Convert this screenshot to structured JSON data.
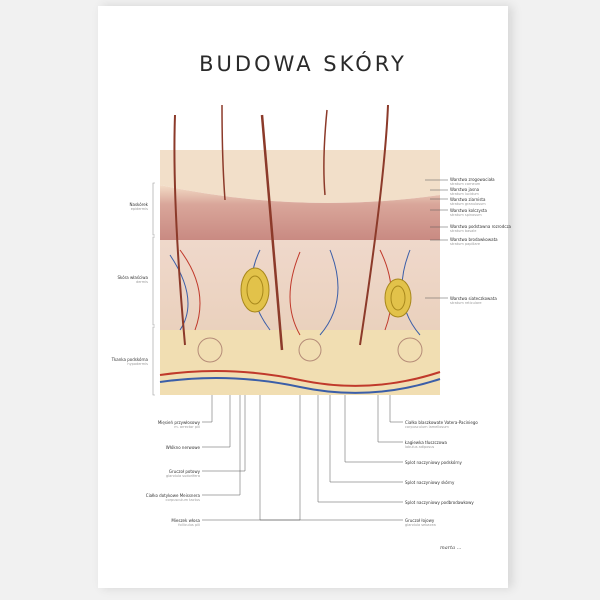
{
  "title": "BUDOWA SKÓRY",
  "layers": [
    {
      "label": "Naskórek",
      "latin": "epidermis"
    },
    {
      "label": "Skóra właściwa",
      "latin": "dermis"
    },
    {
      "label": "Tkanka podskórna",
      "latin": "hypodermis"
    }
  ],
  "right_labels": [
    {
      "label": "Warstwa zrogowaciała",
      "latin": "stratum corneum"
    },
    {
      "label": "Warstwa jasna",
      "latin": "stratum lucidum"
    },
    {
      "label": "Warstwa ziarnista",
      "latin": "stratum granulosum"
    },
    {
      "label": "Warstwa kolczysta",
      "latin": "stratum spinosum"
    },
    {
      "label": "Warstwa podstawna rozrodcza",
      "latin": "stratum basale"
    },
    {
      "label": "Warstwa brodawkowata",
      "latin": "stratum papillare"
    },
    {
      "label": "Warstwa siateczkowata",
      "latin": "stratum reticulare"
    }
  ],
  "bottom_left_labels": [
    {
      "label": "Mięsień przywłosowy",
      "latin": "m. arrector pili"
    },
    {
      "label": "Włókno nerwowe",
      "latin": ""
    },
    {
      "label": "Gruczoł potowy",
      "latin": "glandula sudorifera"
    },
    {
      "label": "Ciałko dotykowe Meissnera",
      "latin": "corpusculum tactus"
    },
    {
      "label": "Mieszek włosa",
      "latin": "folliculus pili"
    }
  ],
  "bottom_right_labels": [
    {
      "label": "Ciałko blaszkowate Vatera-Paciniego",
      "latin": "corpusculum lamellosum"
    },
    {
      "label": "Łagiewka tłuszczowa",
      "latin": "lobulus adiposus"
    },
    {
      "label": "Splot naczyniowy podskórny",
      "latin": ""
    },
    {
      "label": "Splot naczyniowy skórny",
      "latin": ""
    },
    {
      "label": "Splot naczyniowy podbrodawkowy",
      "latin": ""
    },
    {
      "label": "Gruczoł łojowy",
      "latin": "glandula sebacea"
    }
  ],
  "signature": "marta ..."
}
